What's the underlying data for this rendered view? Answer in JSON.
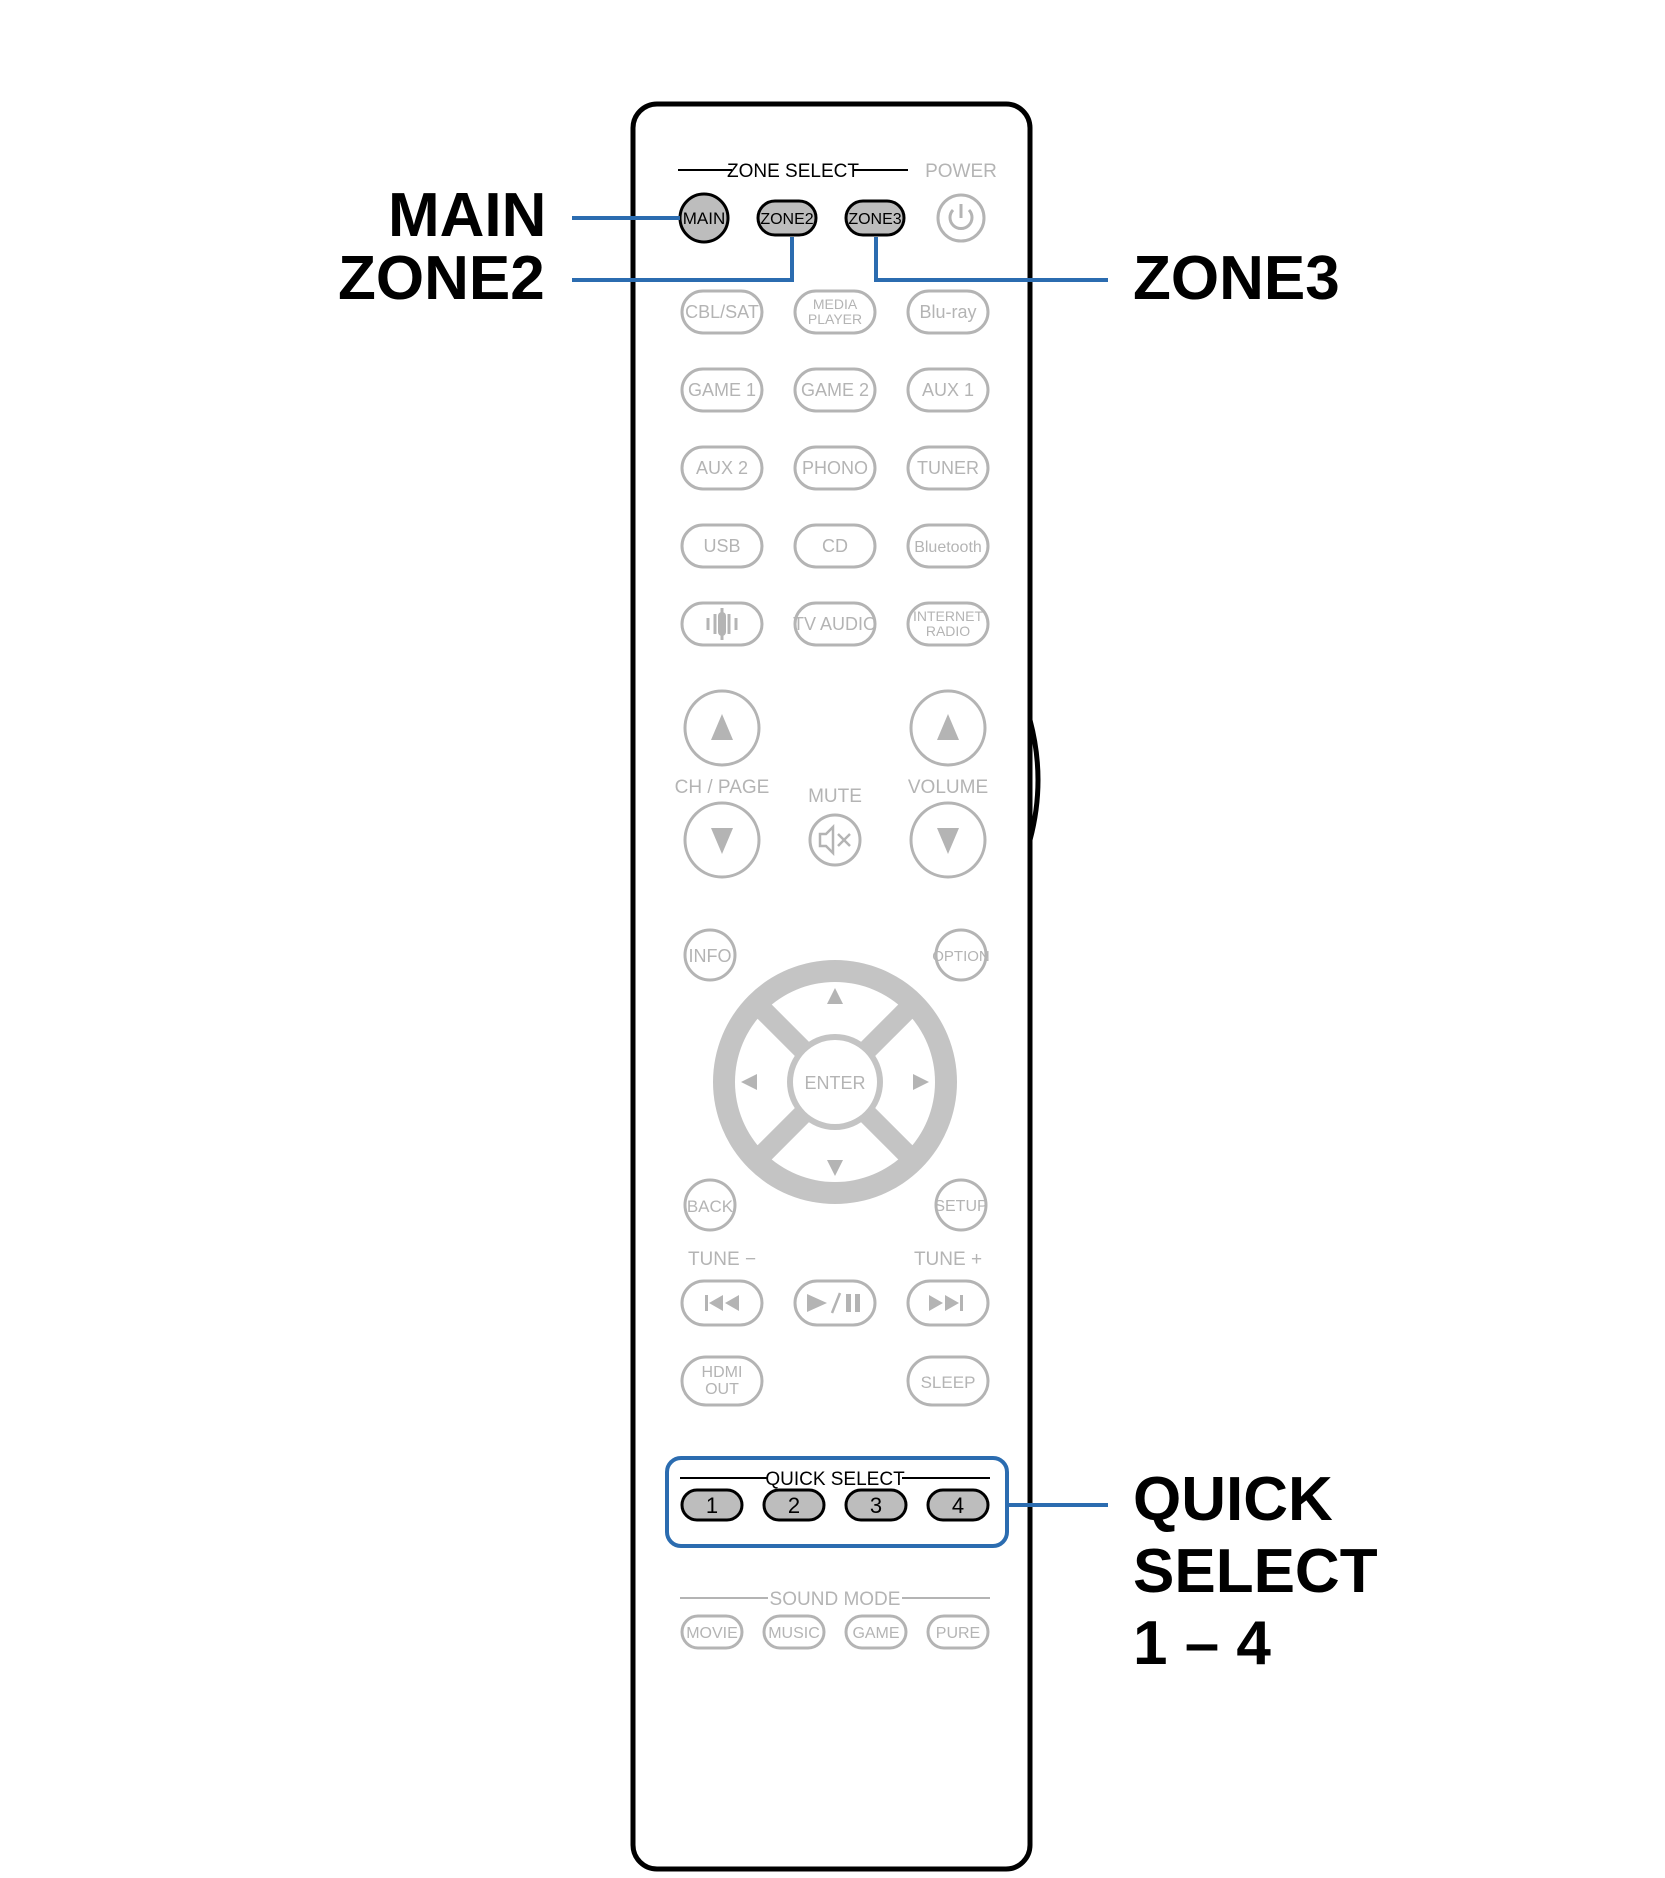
{
  "callouts": {
    "main": "MAIN",
    "zone2": "ZONE2",
    "zone3": "ZONE3",
    "quick_select": [
      "QUICK",
      "SELECT",
      "1 – 4"
    ]
  },
  "remote": {
    "zone_select_label": "ZONE SELECT",
    "power_label": "POWER",
    "zone_buttons": [
      "MAIN",
      "ZONE2",
      "ZONE3"
    ],
    "source_rows": [
      [
        "CBL/SAT",
        "MEDIA PLAYER",
        "Blu-ray"
      ],
      [
        "GAME 1",
        "GAME 2",
        "AUX 1"
      ],
      [
        "AUX 2",
        "PHONO",
        "TUNER"
      ],
      [
        "USB",
        "CD",
        "Bluetooth"
      ],
      [
        "",
        "TV AUDIO",
        "INTERNET RADIO"
      ]
    ],
    "ch_page_label": "CH / PAGE",
    "mute_label": "MUTE",
    "volume_label": "VOLUME",
    "info_label": "INFO",
    "option_label": "OPTION",
    "enter_label": "ENTER",
    "back_label": "BACK",
    "setup_label": "SETUP",
    "tune_minus_label": "TUNE −",
    "tune_plus_label": "TUNE +",
    "hdmi_out_label": "HDMI OUT",
    "sleep_label": "SLEEP",
    "quick_select_label": "QUICK SELECT",
    "quick_select_buttons": [
      "1",
      "2",
      "3",
      "4"
    ],
    "sound_mode_label": "SOUND MODE",
    "sound_mode_buttons": [
      "MOVIE",
      "MUSIC",
      "GAME",
      "PURE"
    ]
  },
  "colors": {
    "outline": "#000000",
    "faded": "#b4b4b4",
    "highlight_fill": "#bdbdbd",
    "callout_line": "#2b6cb0"
  }
}
